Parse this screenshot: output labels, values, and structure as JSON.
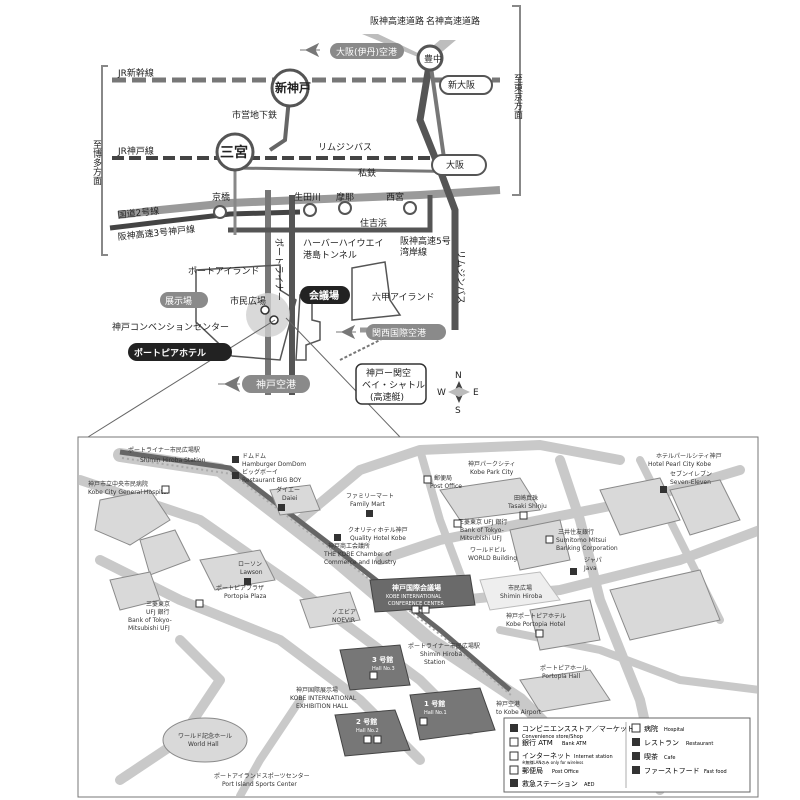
{
  "overview": {
    "stations": {
      "shinkobe": "新神戸",
      "sannomiya": "三宮",
      "toyonaka": "豊中",
      "shinosaka": "新大阪",
      "osaka": "大阪"
    },
    "lines": {
      "hanshin_expressway": "阪神高速道路",
      "meishin_expressway": "名神高速道路",
      "itami_airport": "大阪(伊丹)空港",
      "jr_shinkansen": "JR新幹線",
      "to_tokyo": "至東京方面",
      "to_hakata": "至博多方面",
      "city_subway": "市営地下鉄",
      "jr_kobe_line": "JR神戸線",
      "limousine_bus": "リムジンバス",
      "private_rail": "私鉄",
      "route2": "国道2号線",
      "hanshin_route3": "阪神高速3号神戸線",
      "port_liner": "ポートライナー",
      "harbor_highway": "ハーバーハイウエイ",
      "minatojima_tunnel": "港島トンネル",
      "hanshin_route5_1": "阪神高速5号",
      "hanshin_route5_2": "湾岸線",
      "limousine_bus_v": "リムジンバス",
      "kobe_airport": "神戸空港",
      "kansai_airport": "関西国際空港"
    },
    "places": {
      "kyobashi": "京橋",
      "ikutagawa": "生田川",
      "makaya": "摩耶",
      "nishinomiya": "西宮",
      "sumiyoshihama": "住吉浜",
      "port_island": "ポートアイランド",
      "rokko_island": "六甲アイランド",
      "shimin_hiroba": "市民広場",
      "exhibition": "展示場",
      "venue": "会議場",
      "convention_center": "神戸コンベンションセンター",
      "portopia_hotel": "ポートピアホテル",
      "shuttle_1": "神戸ー関空",
      "shuttle_2": "ベイ・シャトル",
      "shuttle_3": "(高速艇)"
    },
    "compass": {
      "n": "N",
      "s": "S",
      "e": "E",
      "w": "W"
    }
  },
  "detail": {
    "labels": {
      "port_liner_station_jp": "ポートライナー市民広場駅",
      "port_liner_station_en": "Shimin Hiroba Station",
      "domdom_jp": "ドムドム",
      "domdom_en": "Hamburger DomDom",
      "bigboy_jp": "ビッグボーイ",
      "bigboy_en": "Restaurant BIG BOY",
      "hospital_jp": "神戸市立中央市民病院",
      "hospital_en": "Kobe City General Hospital",
      "daiei_jp": "ダイエー",
      "daiei_en": "Daiei",
      "familymart_jp": "ファミリーマート",
      "familymart_en": "Family Mart",
      "postoffice_jp": "郵便局",
      "postoffice_en": "Post Office",
      "parkcity_jp": "神戸パークシティ",
      "parkcity_en": "Kobe Park City",
      "tasaki_jp": "田崎真珠",
      "tasaki_en": "Tasaki Shinju",
      "pearl_jp": "ホテルパールシティ神戸",
      "pearl_en": "Hotel Pearl City Kobe",
      "seven_jp": "セブンイレブン",
      "seven_en": "Seven-Eleven",
      "quality_jp": "クオリティホテル神戸",
      "quality_en": "Quality Hotel Kobe",
      "chamber_jp": "神戸商工会議所",
      "chamber_en1": "THE KOBE Chamber of",
      "chamber_en2": "Commerce and Industry",
      "mufj1_jp": "三菱東京 UFJ 銀行",
      "mufj1_en1": "Bank of Tokyo-",
      "mufj1_en2": "Mitsubishi UFJ",
      "smbc_jp": "三井住友銀行",
      "smbc_en1": "Sumitomo Mitsui",
      "smbc_en2": "Banking Corporation",
      "world_jp": "ワールドビル",
      "world_en": "WORLD Building",
      "jusco_jp": "ジャパ",
      "jusco_en": "Java",
      "lawson_jp": "ローソン",
      "lawson_en": "Lawson",
      "portopia_plaza_jp": "ポートピアプラザ",
      "portopia_plaza_en": "Portopia Plaza",
      "mufj2_jp": "三菱東京",
      "mufj2_jp2": "UFJ 銀行",
      "mufj2_en1": "Bank of Tokyo-",
      "mufj2_en2": "Mitsubishi UFJ",
      "conf_jp": "神戸国際会議場",
      "conf_en1": "KOBE INTERNATIONAL",
      "conf_en2": "CONFERENCE CENTER",
      "shimin_hiroba_jp": "市民広場",
      "shimin_hiroba_en": "Shimin Hiroba",
      "noevir_jp": "ノエビア",
      "noevir_en": "NOEVIR",
      "portopia_hotel_jp": "神戸ポートピアホテル",
      "portopia_hotel_en": "Kobe Portopia Hotel",
      "pl_station2_jp": "ポートライナー市民広場駅",
      "pl_station2_en1": "Shimin Hiroba",
      "pl_station2_en2": "Station",
      "hall3_jp": "3 号館",
      "hall3_en": "Hall No.3",
      "exhib_jp": "神戸国際展示場",
      "exhib_en1": "KOBE INTERNATIONAL",
      "exhib_en2": "EXHIBITION HALL",
      "hall1_jp": "1 号館",
      "hall1_en": "Hall No.1",
      "hall2_jp": "2 号館",
      "hall2_en": "Hall No.2",
      "portopia_hall_jp": "ポートピアホール",
      "portopia_hall_en": "Portopia Hall",
      "world_hall_jp": "ワールド記念ホール",
      "world_hall_en": "World Hall",
      "sports_jp": "ポートアイランドスポーツセンター",
      "sports_en": "Port Island Sports Center",
      "to_airport_jp": "神戸空港",
      "to_airport_en": "to Kobe Airport"
    },
    "legend": {
      "conv_jp": "コンビニエンスストア／マーケット",
      "conv_en": "Convenience store/Shop",
      "atm_jp": "銀行 ATM",
      "atm_en": "Bank ATM",
      "net_jp": "インターネット",
      "net_en": "Internet station",
      "net_note": "※無線LANのみ only for wireless",
      "post_jp": "郵便局",
      "post_en": "Post Office",
      "aed_jp": "救急ステーション",
      "aed_en": "AED",
      "hospital_jp": "病院",
      "hospital_en": "Hospital",
      "restaurant_jp": "レストラン",
      "restaurant_en": "Restaurant",
      "cafe_jp": "喫茶",
      "cafe_en": "Cafe",
      "fastfood_jp": "ファーストフード",
      "fastfood_en": "Fast food"
    }
  }
}
